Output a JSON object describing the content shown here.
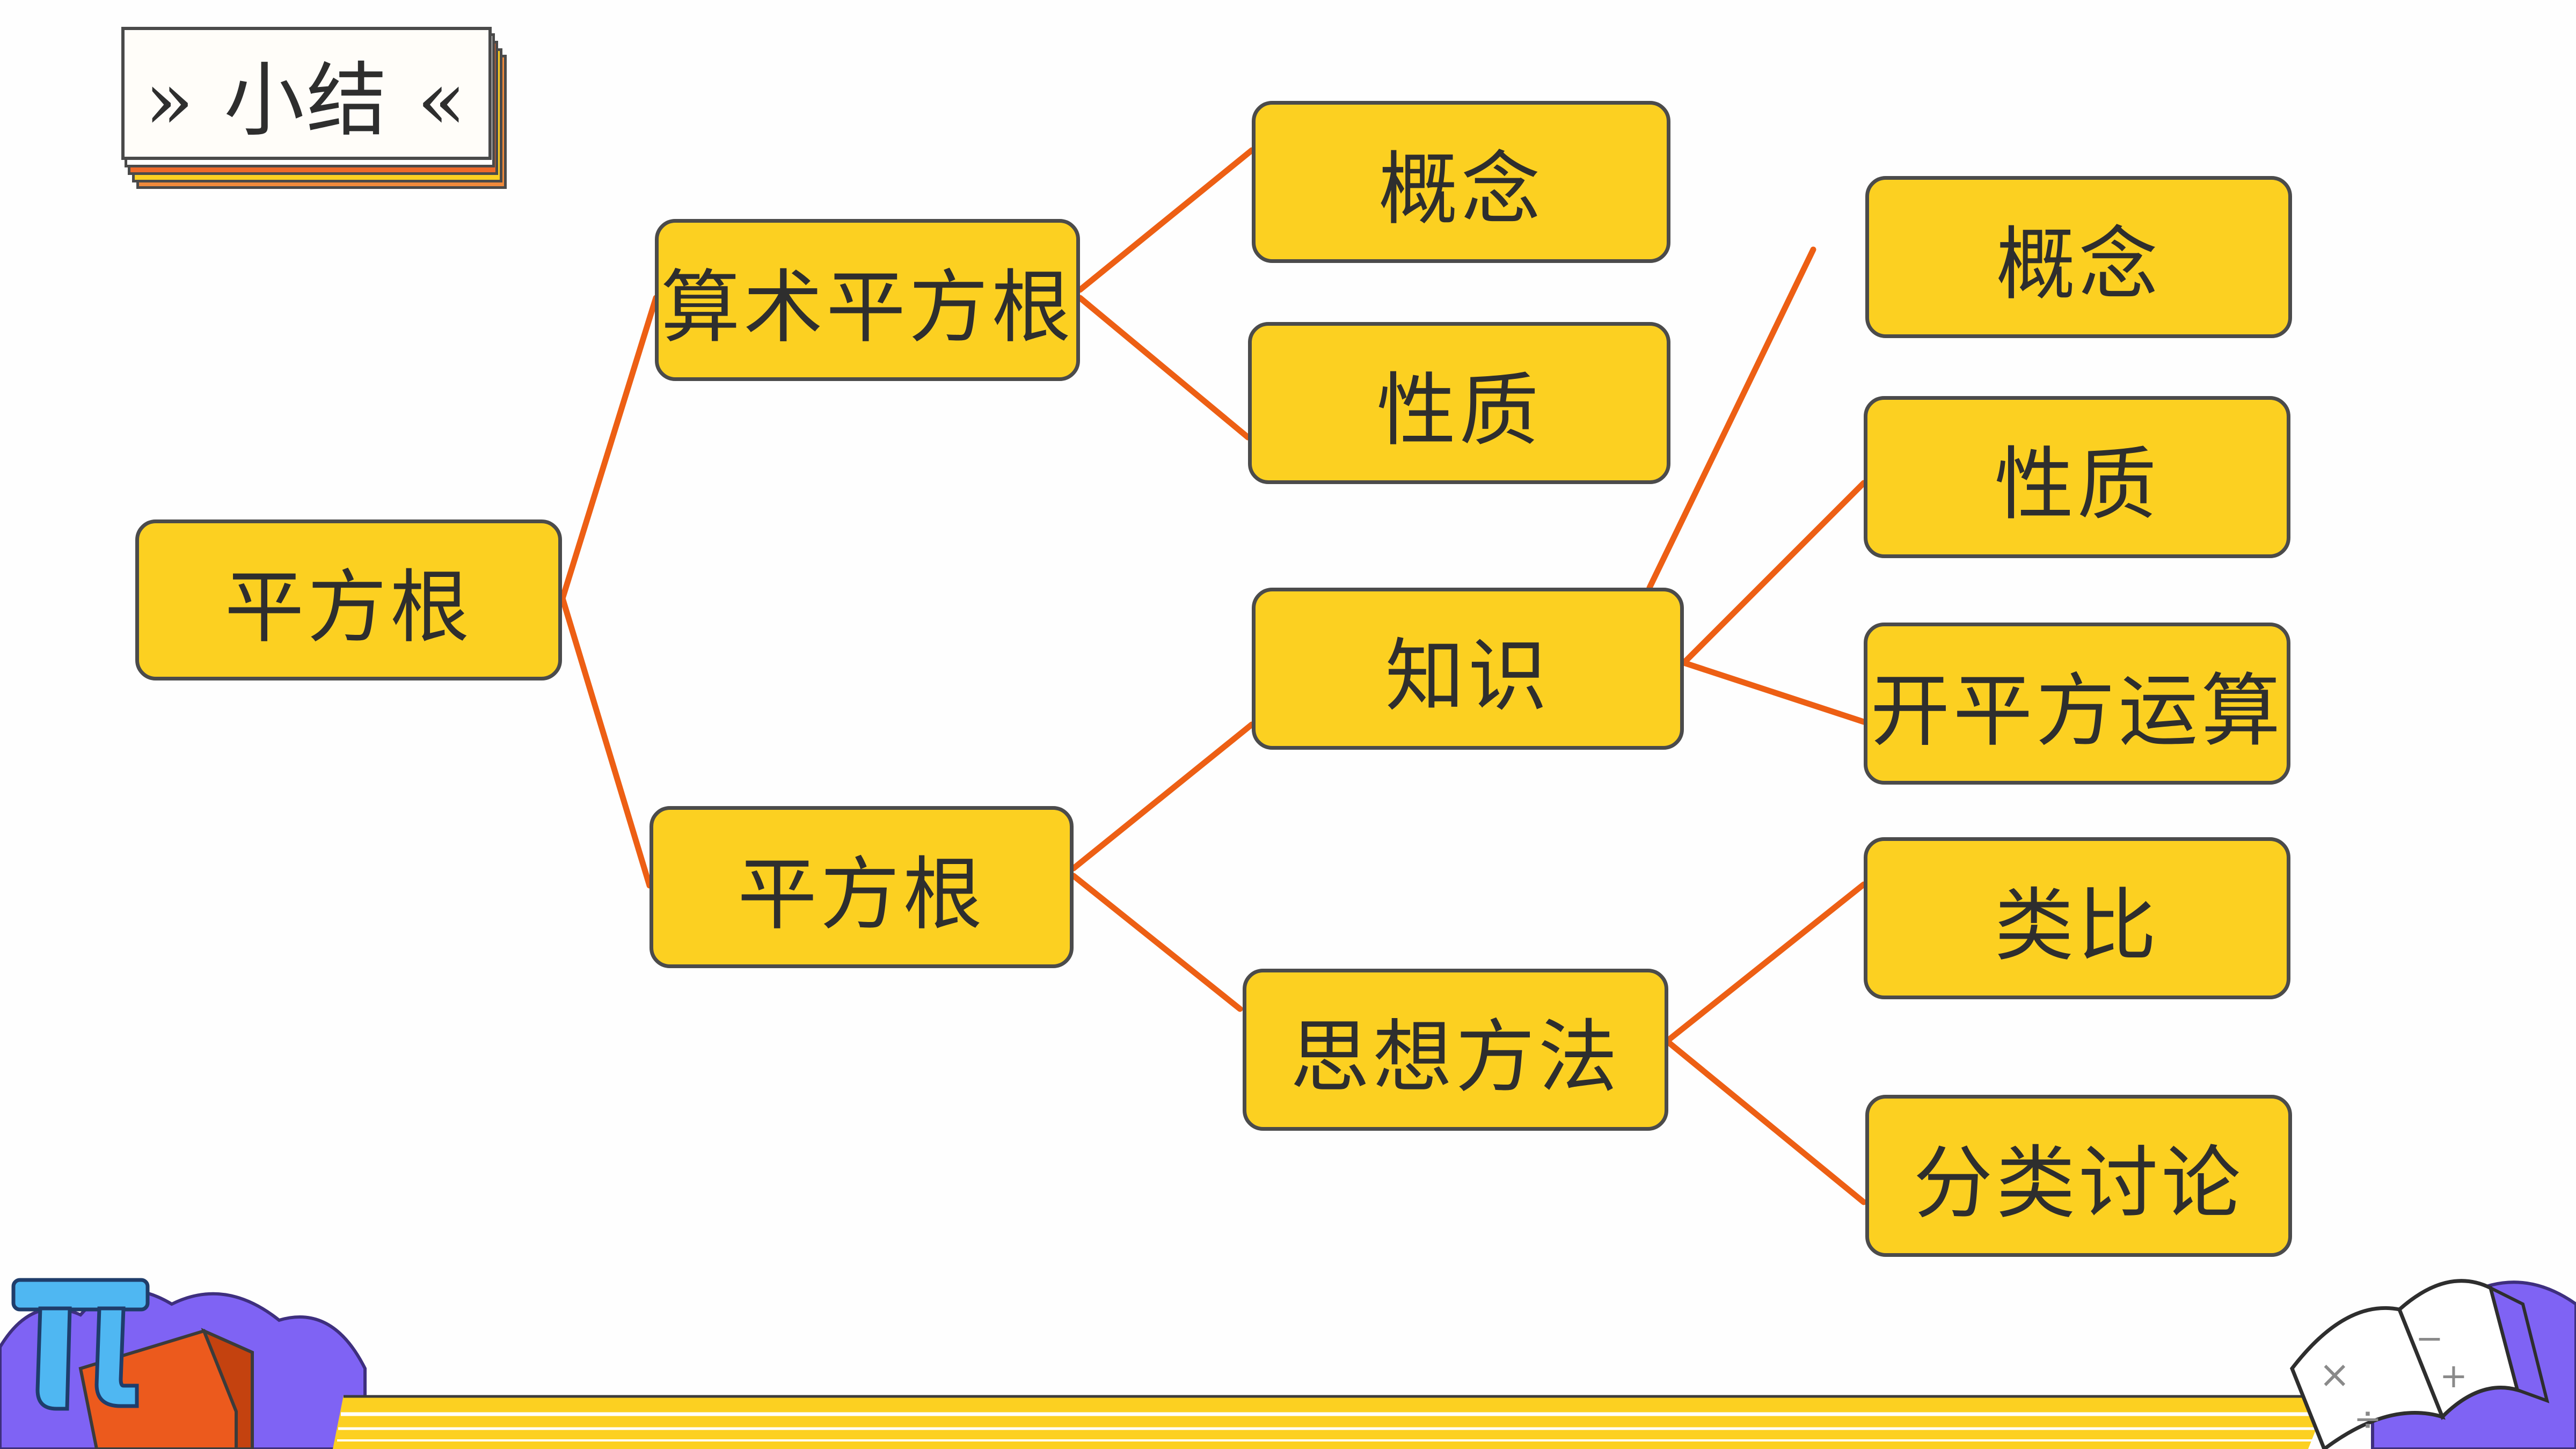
{
  "header": {
    "title": "» 小结 «"
  },
  "diagram": {
    "root": "平方根",
    "branches": [
      {
        "label": "算术平方根",
        "children": [
          "概念",
          "性质"
        ]
      },
      {
        "label": "平方根",
        "children": [
          {
            "label": "知识",
            "children": [
              "概念",
              "性质",
              "开平方运算"
            ]
          },
          {
            "label": "思想方法",
            "children": [
              "类比",
              "分类讨论"
            ]
          }
        ]
      }
    ]
  },
  "decor": {
    "icons": [
      "pi-icon",
      "book-icon"
    ],
    "colors": {
      "node_fill": "#fcd021",
      "connector": "#ed5f14",
      "footer_purple": "#7f63f4"
    }
  }
}
